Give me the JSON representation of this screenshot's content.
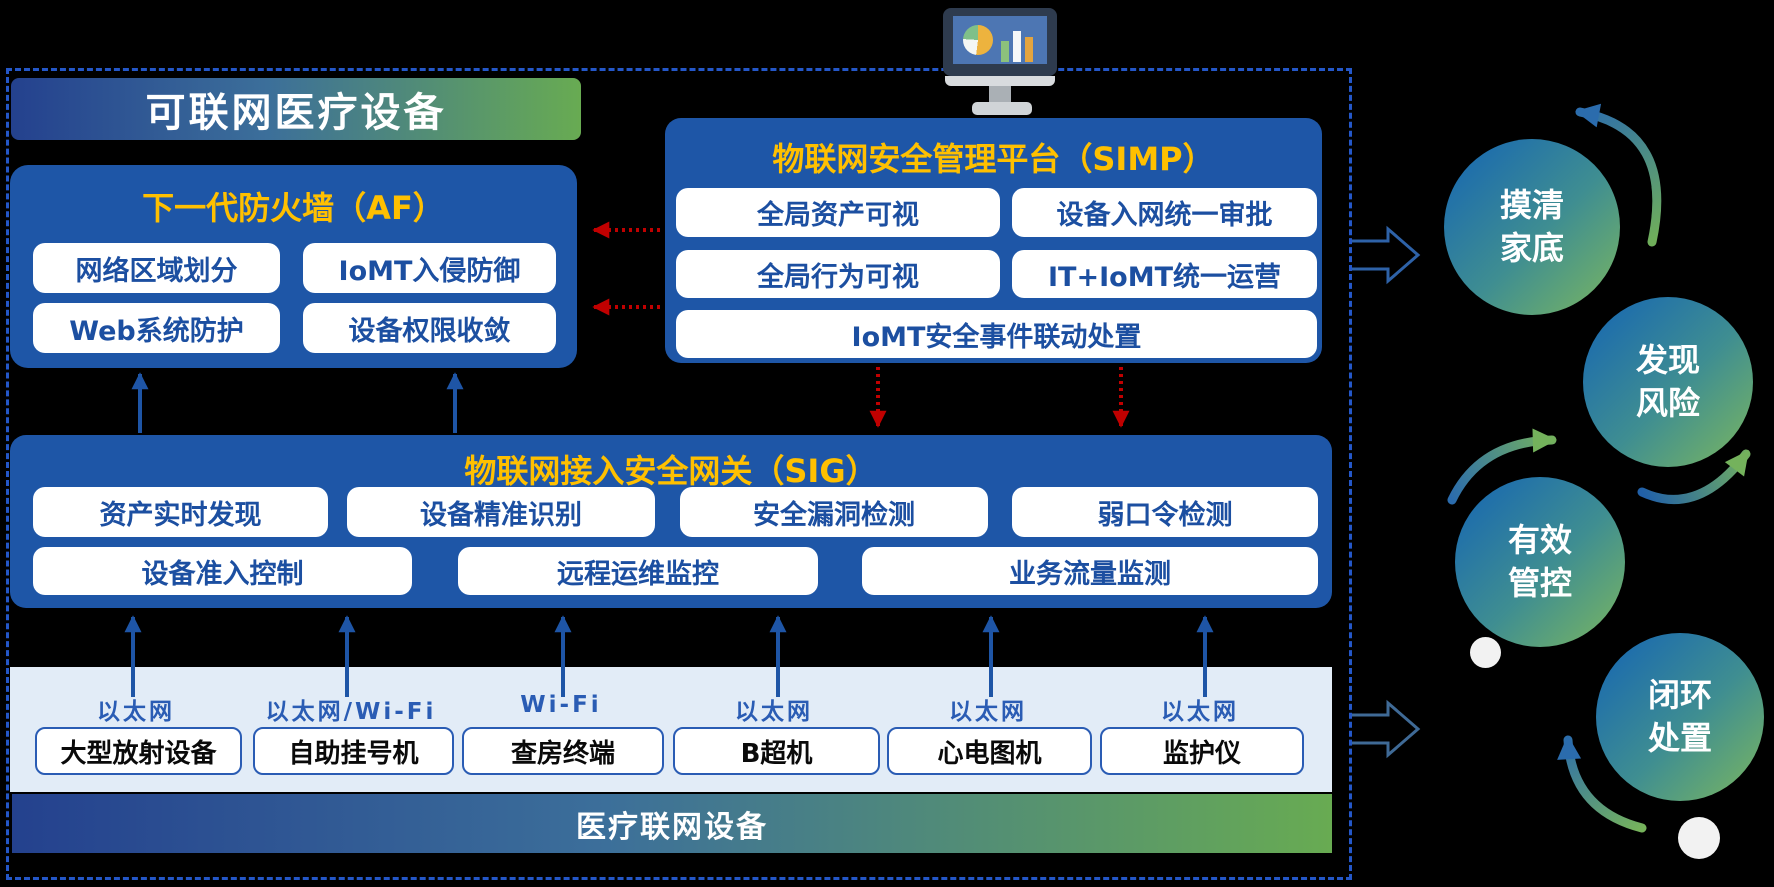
{
  "header": {
    "title": "可联网医疗设备"
  },
  "firewall": {
    "title": "下一代防火墙（AF）",
    "items": [
      "网络区域划分",
      "IoMT入侵防御",
      "Web系统防护",
      "设备权限收敛"
    ]
  },
  "simp": {
    "title": "物联网安全管理平台（SIMP）",
    "row1": [
      "全局资产可视",
      "设备入网统一审批"
    ],
    "row2": [
      "全局行为可视",
      "IT+IoMT统一运营"
    ],
    "row3": "IoMT安全事件联动处置"
  },
  "sig": {
    "title": "物联网接入安全网关（SIG）",
    "row1": [
      "资产实时发现",
      "设备精准识别",
      "安全漏洞检测",
      "弱口令检测"
    ],
    "row2": [
      "设备准入控制",
      "远程运维监控",
      "业务流量监测"
    ]
  },
  "access": {
    "connections": [
      "以太网",
      "以太网/Wi-Fi",
      "Wi-Fi",
      "以太网",
      "以太网",
      "以太网"
    ],
    "devices": [
      "大型放射设备",
      "自助挂号机",
      "查房终端",
      "B超机",
      "心电图机",
      "监护仪"
    ],
    "footer": "医疗联网设备"
  },
  "cycle": [
    {
      "line1": "摸清",
      "line2": "家底"
    },
    {
      "line1": "发现",
      "line2": "风险"
    },
    {
      "line1": "有效",
      "line2": "管控"
    },
    {
      "line1": "闭环",
      "line2": "处置"
    }
  ],
  "icons": {
    "monitor": "monitor-analytics-icon"
  },
  "colors": {
    "box_blue": "#1e56a7",
    "title_yellow": "#ffc000",
    "text_blue": "#1c4fa1",
    "dashed_border": "#2457c8",
    "red_arrow": "#c00000",
    "panel_light": "#e2ecf7",
    "gradient_blue": "#24418e",
    "gradient_green": "#68ab52"
  }
}
